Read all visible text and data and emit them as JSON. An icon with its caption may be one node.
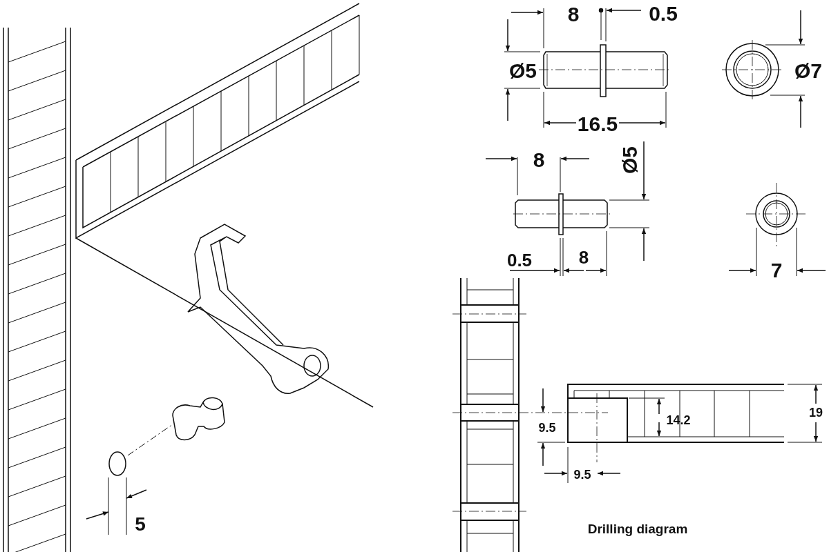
{
  "diagram": {
    "labels": [
      "8",
      "0.5",
      "Ø5",
      "Ø7",
      "16.5",
      "8",
      "Ø5",
      "0.5",
      "8",
      "7",
      "9.5",
      "14.2",
      "19",
      "9.5",
      "Drilling diagram",
      "5"
    ]
  }
}
